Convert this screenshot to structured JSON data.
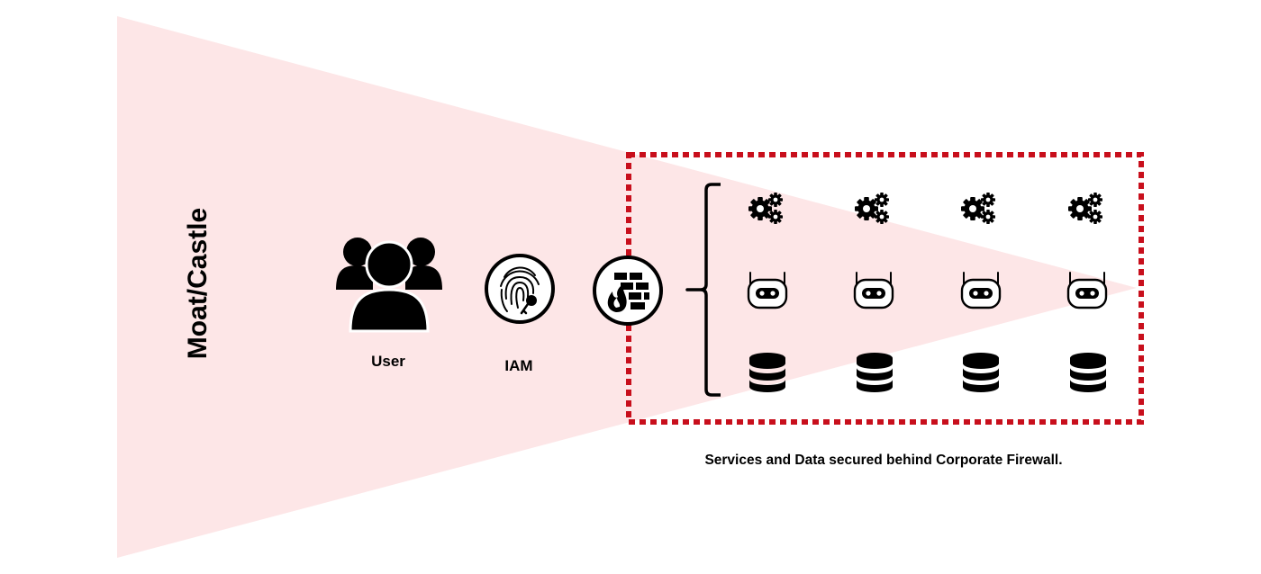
{
  "diagram": {
    "side_label": "Moat/Castle",
    "user_label": "User",
    "iam_label": "IAM",
    "caption": "Services and Data secured behind Corporate Firewall.",
    "icons": {
      "user": "users-group-icon",
      "iam": "fingerprint-icon",
      "firewall": "firewall-icon",
      "service": "gears-icon",
      "app": "robot-icon",
      "data": "database-icon"
    },
    "grid": {
      "rows": [
        "services",
        "apps",
        "data"
      ],
      "columns": 4
    },
    "colors": {
      "cone_fill": "#fde6e7",
      "firewall_border": "#c80f1c",
      "icon": "#000000",
      "background": "#ffffff"
    }
  }
}
